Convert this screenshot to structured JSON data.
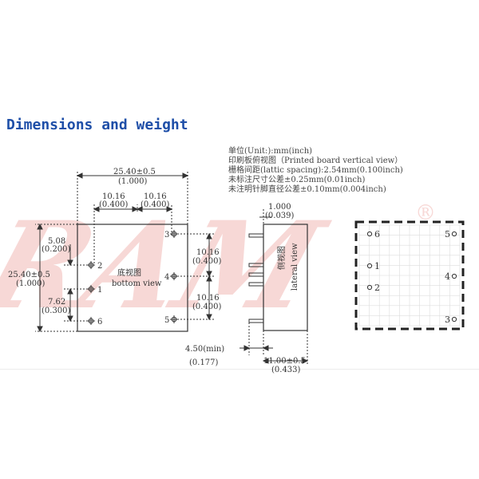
{
  "heading": "Dimensions and weight",
  "notes": [
    "单位(Unit:):mm(inch)",
    "印刷板俯视图（Printed board vertical view）",
    "栅格间距(lattic spacing):2.54mm(0.100inch)",
    "未标注尺寸公差±0.25mm(0.01inch)",
    "未注明针脚直径公差±0.10mm(0.004inch)"
  ],
  "watermark": {
    "text": "RAM",
    "mark": "®",
    "color": "#f0b8b4"
  },
  "colors": {
    "heading": "#1f4fa8",
    "line": "#333333"
  },
  "bottom_view": {
    "label_cn": "底视图",
    "label_en": "bottom view",
    "pins_left": [
      "2",
      "1",
      "6"
    ],
    "pins_right": [
      "3",
      "4",
      "5"
    ],
    "dims": {
      "width": "25.40±0.5",
      "width_in": "(1.000)",
      "left_gap": "10.16",
      "left_gap_in": "(0.400)",
      "right_gap": "10.16",
      "right_gap_in": "(0.400)",
      "pin2_top": "5.08",
      "pin2_top_in": "(0.200)",
      "height": "25.40±0.5",
      "height_in": "(1.000)",
      "pin6_gap": "7.62",
      "pin6_gap_in": "(0.300)",
      "r_upper": "10.16",
      "r_upper_in": "(0.400)",
      "r_lower": "10.16",
      "r_lower_in": "(0.400)"
    }
  },
  "side_view": {
    "label_cn": "侧视图",
    "label_en": "lateral view",
    "pin_dia": "1.000",
    "pin_dia_in": "(0.039)",
    "pin_len": "4.50(min)",
    "pin_len_in": "(0.177)",
    "thickness": "11.00±0.5",
    "thickness_in": "(0.433)"
  },
  "pcb_view": {
    "pins_left": [
      "6",
      "1",
      "2"
    ],
    "pins_right": [
      "5",
      "4",
      "3"
    ]
  }
}
